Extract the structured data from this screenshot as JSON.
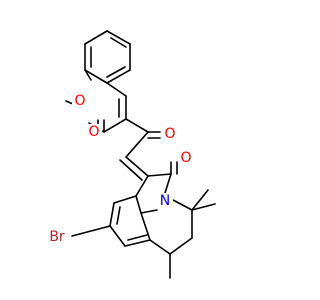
{
  "molecule": {
    "atom_labels": {
      "O_ring": "O",
      "O_lactone": "O",
      "O_ketone": "O",
      "O_lactam": "O",
      "N": "N",
      "Br": "Br"
    },
    "colors": {
      "bond": "#000000",
      "oxygen": "#ff0000",
      "nitrogen": "#0000ff",
      "bromine": "#a52a2a",
      "background": "#ffffff"
    }
  }
}
